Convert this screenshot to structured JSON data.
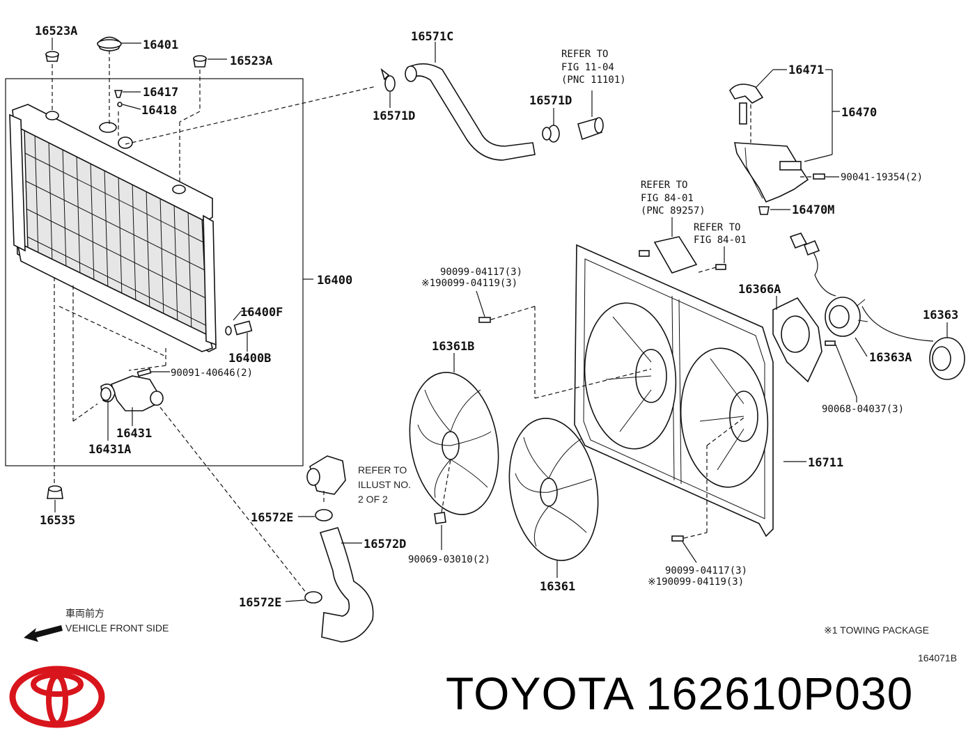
{
  "labels": {
    "l16523A_top": "16523A",
    "l16401": "16401",
    "l16523A_right": "16523A",
    "l16417": "16417",
    "l16418": "16418",
    "l16400": "16400",
    "l16400F": "16400F",
    "l16400B": "16400B",
    "l90091": "90091-40646(2)",
    "l16431": "16431",
    "l16431A": "16431A",
    "l16535": "16535",
    "l16571C": "16571C",
    "l16571D_left": "16571D",
    "l16571D_right": "16571D",
    "l16471": "16471",
    "l16470": "16470",
    "l90041": "90041-19354(2)",
    "l16470M": "16470M",
    "l16366A": "16366A",
    "l16363": "16363",
    "l16363A": "16363A",
    "l90068": "90068-04037(3)",
    "l16711": "16711",
    "l16361B": "16361B",
    "l16361": "16361",
    "l90069": "90069-03010(2)",
    "l90099_top_a": "90099-04117(3)",
    "l90099_top_b": "※190099-04119(3)",
    "l90099_bot_a": "90099-04117(3)",
    "l90099_bot_b": "※190099-04119(3)",
    "l16572E_top": "16572E",
    "l16572D": "16572D",
    "l16572E_bot": "16572E"
  },
  "refs": {
    "fig11_l1": "REFER TO",
    "fig11_l2": "FIG 11-04",
    "fig11_l3": "(PNC 11101)",
    "fig84a_l1": "REFER TO",
    "fig84a_l2": "FIG 84-01",
    "fig84a_l3": "(PNC 89257)",
    "fig84b_l1": "REFER TO",
    "fig84b_l2": "FIG 84-01",
    "illust_l1": "REFER TO",
    "illust_l2": "ILLUST NO.",
    "illust_l3": "2 OF 2"
  },
  "footer": {
    "front_jp": "車両前方",
    "front_en": "VEHICLE FRONT SIDE",
    "towing_note": "※1 TOWING PACKAGE",
    "diagram_code": "164071B",
    "brand_title": "TOYOTA 162610P030"
  },
  "colors": {
    "logo_red": "#d8151c",
    "line": "#111111"
  }
}
